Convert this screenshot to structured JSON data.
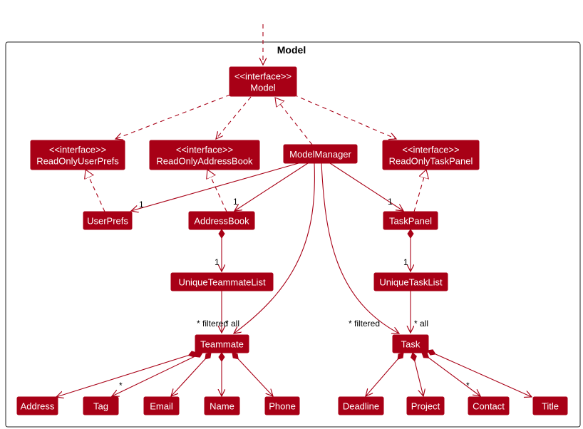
{
  "package": {
    "title": "Model"
  },
  "colors": {
    "node_fill": "#a80016",
    "node_text": "#ffffff",
    "edge": "#a80016"
  },
  "nodes": [
    {
      "id": "model",
      "lines": [
        "<<interface>>",
        "Model"
      ]
    },
    {
      "id": "ro_userprefs",
      "lines": [
        "<<interface>>",
        "ReadOnlyUserPrefs"
      ]
    },
    {
      "id": "ro_addressbook",
      "lines": [
        "<<interface>>",
        "ReadOnlyAddressBook"
      ]
    },
    {
      "id": "modelmanager",
      "lines": [
        "ModelManager"
      ]
    },
    {
      "id": "ro_taskpanel",
      "lines": [
        "<<interface>>",
        "ReadOnlyTaskPanel"
      ]
    },
    {
      "id": "userprefs",
      "lines": [
        "UserPrefs"
      ]
    },
    {
      "id": "addressbook",
      "lines": [
        "AddressBook"
      ]
    },
    {
      "id": "taskpanel",
      "lines": [
        "TaskPanel"
      ]
    },
    {
      "id": "uniqueteammatelist",
      "lines": [
        "UniqueTeammateList"
      ]
    },
    {
      "id": "uniquetasklist",
      "lines": [
        "UniqueTaskList"
      ]
    },
    {
      "id": "teammate",
      "lines": [
        "Teammate"
      ]
    },
    {
      "id": "task",
      "lines": [
        "Task"
      ]
    },
    {
      "id": "address",
      "lines": [
        "Address"
      ]
    },
    {
      "id": "tag",
      "lines": [
        "Tag"
      ]
    },
    {
      "id": "email",
      "lines": [
        "Email"
      ]
    },
    {
      "id": "name",
      "lines": [
        "Name"
      ]
    },
    {
      "id": "phone",
      "lines": [
        "Phone"
      ]
    },
    {
      "id": "deadline",
      "lines": [
        "Deadline"
      ]
    },
    {
      "id": "project",
      "lines": [
        "Project"
      ]
    },
    {
      "id": "contact",
      "lines": [
        "Contact"
      ]
    },
    {
      "id": "title",
      "lines": [
        "Title"
      ]
    }
  ],
  "edges": [
    {
      "id": "incoming-to-model",
      "type": "dependency"
    },
    {
      "id": "model-to-ro-userprefs",
      "type": "dependency"
    },
    {
      "id": "model-to-ro-addressbook",
      "type": "dependency"
    },
    {
      "id": "model-to-ro-taskpanel",
      "type": "dependency"
    },
    {
      "id": "modelmanager-realizes-model",
      "type": "realization"
    },
    {
      "id": "userprefs-realizes-ro-userprefs",
      "type": "realization"
    },
    {
      "id": "addressbook-realizes-ro-addressbook",
      "type": "realization"
    },
    {
      "id": "taskpanel-realizes-ro-taskpanel",
      "type": "realization"
    },
    {
      "id": "modelmanager-to-userprefs",
      "type": "association",
      "label": "1"
    },
    {
      "id": "modelmanager-to-addressbook",
      "type": "association",
      "label": "1"
    },
    {
      "id": "modelmanager-to-taskpanel",
      "type": "association",
      "label": "1"
    },
    {
      "id": "modelmanager-to-teammate",
      "type": "association",
      "label": "* filtered"
    },
    {
      "id": "modelmanager-to-task",
      "type": "association",
      "label": "* filtered"
    },
    {
      "id": "addressbook-to-uniqueteammatelist",
      "type": "composition",
      "label": "1"
    },
    {
      "id": "taskpanel-to-uniquetasklist",
      "type": "composition",
      "label": "1"
    },
    {
      "id": "uniqueteammatelist-to-teammate",
      "type": "association",
      "label": "* all"
    },
    {
      "id": "uniquetasklist-to-task",
      "type": "association",
      "label": "* all"
    },
    {
      "id": "teammate-to-address",
      "type": "composition"
    },
    {
      "id": "teammate-to-tag",
      "type": "composition",
      "label": "*"
    },
    {
      "id": "teammate-to-email",
      "type": "composition"
    },
    {
      "id": "teammate-to-name",
      "type": "composition"
    },
    {
      "id": "teammate-to-phone",
      "type": "composition"
    },
    {
      "id": "task-to-deadline",
      "type": "composition"
    },
    {
      "id": "task-to-project",
      "type": "composition"
    },
    {
      "id": "task-to-contact",
      "type": "composition",
      "label": "*"
    },
    {
      "id": "task-to-title",
      "type": "composition"
    }
  ]
}
